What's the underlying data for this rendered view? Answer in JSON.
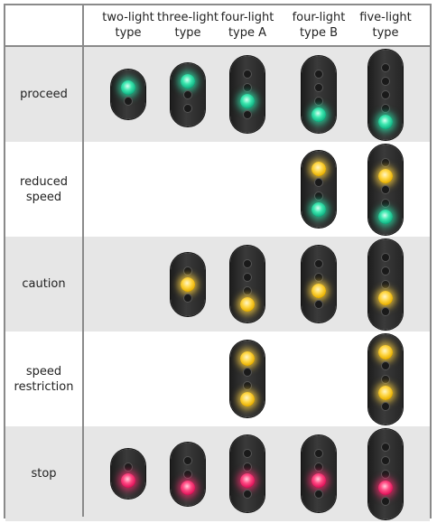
{
  "columns": [
    {
      "id": "two-light",
      "label": "two-light\ntype"
    },
    {
      "id": "three-light",
      "label": "three-light\ntype"
    },
    {
      "id": "four-light-a",
      "label": "four-light\ntype A"
    },
    {
      "id": "four-light-b",
      "label": "four-light\ntype B"
    },
    {
      "id": "five-light",
      "label": "five-light\ntype"
    }
  ],
  "rows": [
    {
      "id": "proceed",
      "label": "proceed",
      "shaded": true
    },
    {
      "id": "reduced-speed",
      "label": "reduced\nspeed",
      "shaded": false
    },
    {
      "id": "caution",
      "label": "caution",
      "shaded": true
    },
    {
      "id": "speed-restriction",
      "label": "speed\nrestriction",
      "shaded": false
    },
    {
      "id": "stop",
      "label": "stop",
      "shaded": true
    }
  ],
  "colors": {
    "green": "#2ee0a8",
    "yellow": "#ffd23a",
    "red": "#ff2e6e",
    "signal_body": "#2a2a2a",
    "shaded_row": "#e6e6e6",
    "border": "#8a8a8a"
  },
  "signals": [
    {
      "row": "proceed",
      "col": "two-light",
      "lamps": [
        "green",
        "off"
      ]
    },
    {
      "row": "proceed",
      "col": "three-light",
      "lamps": [
        "green",
        "off",
        "off"
      ]
    },
    {
      "row": "proceed",
      "col": "four-light-a",
      "lamps": [
        "off",
        "off",
        "green",
        "off"
      ]
    },
    {
      "row": "proceed",
      "col": "four-light-b",
      "lamps": [
        "off",
        "off",
        "off",
        "green"
      ]
    },
    {
      "row": "proceed",
      "col": "five-light",
      "lamps": [
        "off",
        "off",
        "off",
        "off",
        "green"
      ]
    },
    {
      "row": "reduced-speed",
      "col": "four-light-b",
      "lamps": [
        "yellow",
        "off",
        "off",
        "green"
      ]
    },
    {
      "row": "reduced-speed",
      "col": "five-light",
      "lamps": [
        "off",
        "yellow",
        "off",
        "off",
        "green"
      ]
    },
    {
      "row": "caution",
      "col": "three-light",
      "lamps": [
        "off",
        "yellow",
        "off"
      ]
    },
    {
      "row": "caution",
      "col": "four-light-a",
      "lamps": [
        "off",
        "off",
        "off",
        "yellow"
      ]
    },
    {
      "row": "caution",
      "col": "four-light-b",
      "lamps": [
        "off",
        "off",
        "yellow",
        "off"
      ]
    },
    {
      "row": "caution",
      "col": "five-light",
      "lamps": [
        "off",
        "off",
        "off",
        "yellow",
        "off"
      ]
    },
    {
      "row": "speed-restriction",
      "col": "four-light-a",
      "lamps": [
        "yellow",
        "off",
        "off",
        "yellow"
      ]
    },
    {
      "row": "speed-restriction",
      "col": "five-light",
      "lamps": [
        "yellow",
        "off",
        "off",
        "yellow",
        "off"
      ]
    },
    {
      "row": "stop",
      "col": "two-light",
      "lamps": [
        "off",
        "red"
      ]
    },
    {
      "row": "stop",
      "col": "three-light",
      "lamps": [
        "off",
        "off",
        "red"
      ]
    },
    {
      "row": "stop",
      "col": "four-light-a",
      "lamps": [
        "off",
        "off",
        "red",
        "off"
      ]
    },
    {
      "row": "stop",
      "col": "four-light-b",
      "lamps": [
        "off",
        "off",
        "red",
        "off"
      ]
    },
    {
      "row": "stop",
      "col": "five-light",
      "lamps": [
        "off",
        "off",
        "off",
        "red",
        "off"
      ]
    }
  ]
}
